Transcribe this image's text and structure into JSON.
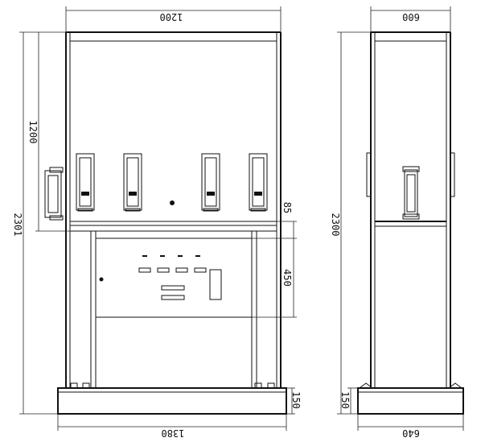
{
  "front_view": {
    "width_top": "1200",
    "width_base": "1380",
    "total_height": "2301",
    "upper_height": "1200",
    "gap_height": "85",
    "panel_height": "450",
    "base_height": "150"
  },
  "side_view": {
    "width_top": "600",
    "width_base": "640",
    "total_height": "2300",
    "base_height": "150"
  }
}
